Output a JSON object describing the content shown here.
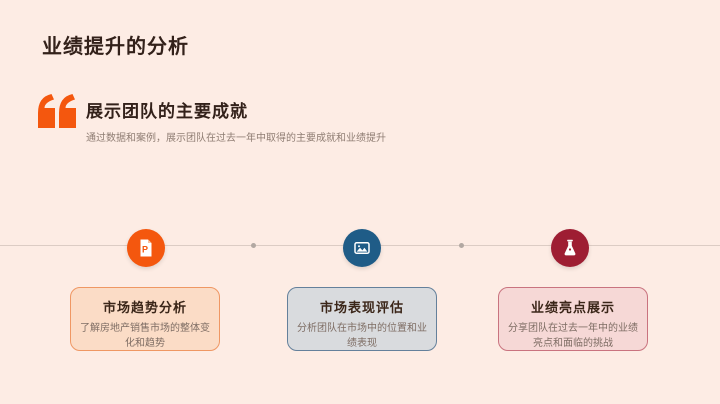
{
  "slide": {
    "title": "业绩提升的分析",
    "quote": {
      "heading": "展示团队的主要成就",
      "description": "通过数据和案例，展示团队在过去一年中取得的主要成就和业绩提升"
    },
    "colors": {
      "background": "#FDECE4",
      "title_text": "#33211A",
      "accent_orange": "#F4570E",
      "accent_blue": "#1F5C87",
      "accent_red": "#9E1E33",
      "timeline_line": "#DCCCC4",
      "timeline_dot": "#B2A8A2"
    },
    "milestones": [
      {
        "icon": "ppt-file-icon",
        "icon_letter": "P",
        "icon_color": "#F4570E",
        "title": "市场趋势分析",
        "description": "了解房地产销售市场的整体变化和趋势",
        "card_bg": "#FBDCC6",
        "card_border": "#EF9763"
      },
      {
        "icon": "image-icon",
        "icon_color": "#1F5C87",
        "title": "市场表现评估",
        "description": "分析团队在市场中的位置和业绩表现",
        "card_bg": "#D9DBDE",
        "card_border": "#64809B"
      },
      {
        "icon": "flask-icon",
        "icon_color": "#9E1E33",
        "title": "业绩亮点展示",
        "description": "分享团队在过去一年中的业绩亮点和面临的挑战",
        "card_bg": "#F6D8D6",
        "card_border": "#C9737F"
      }
    ]
  }
}
